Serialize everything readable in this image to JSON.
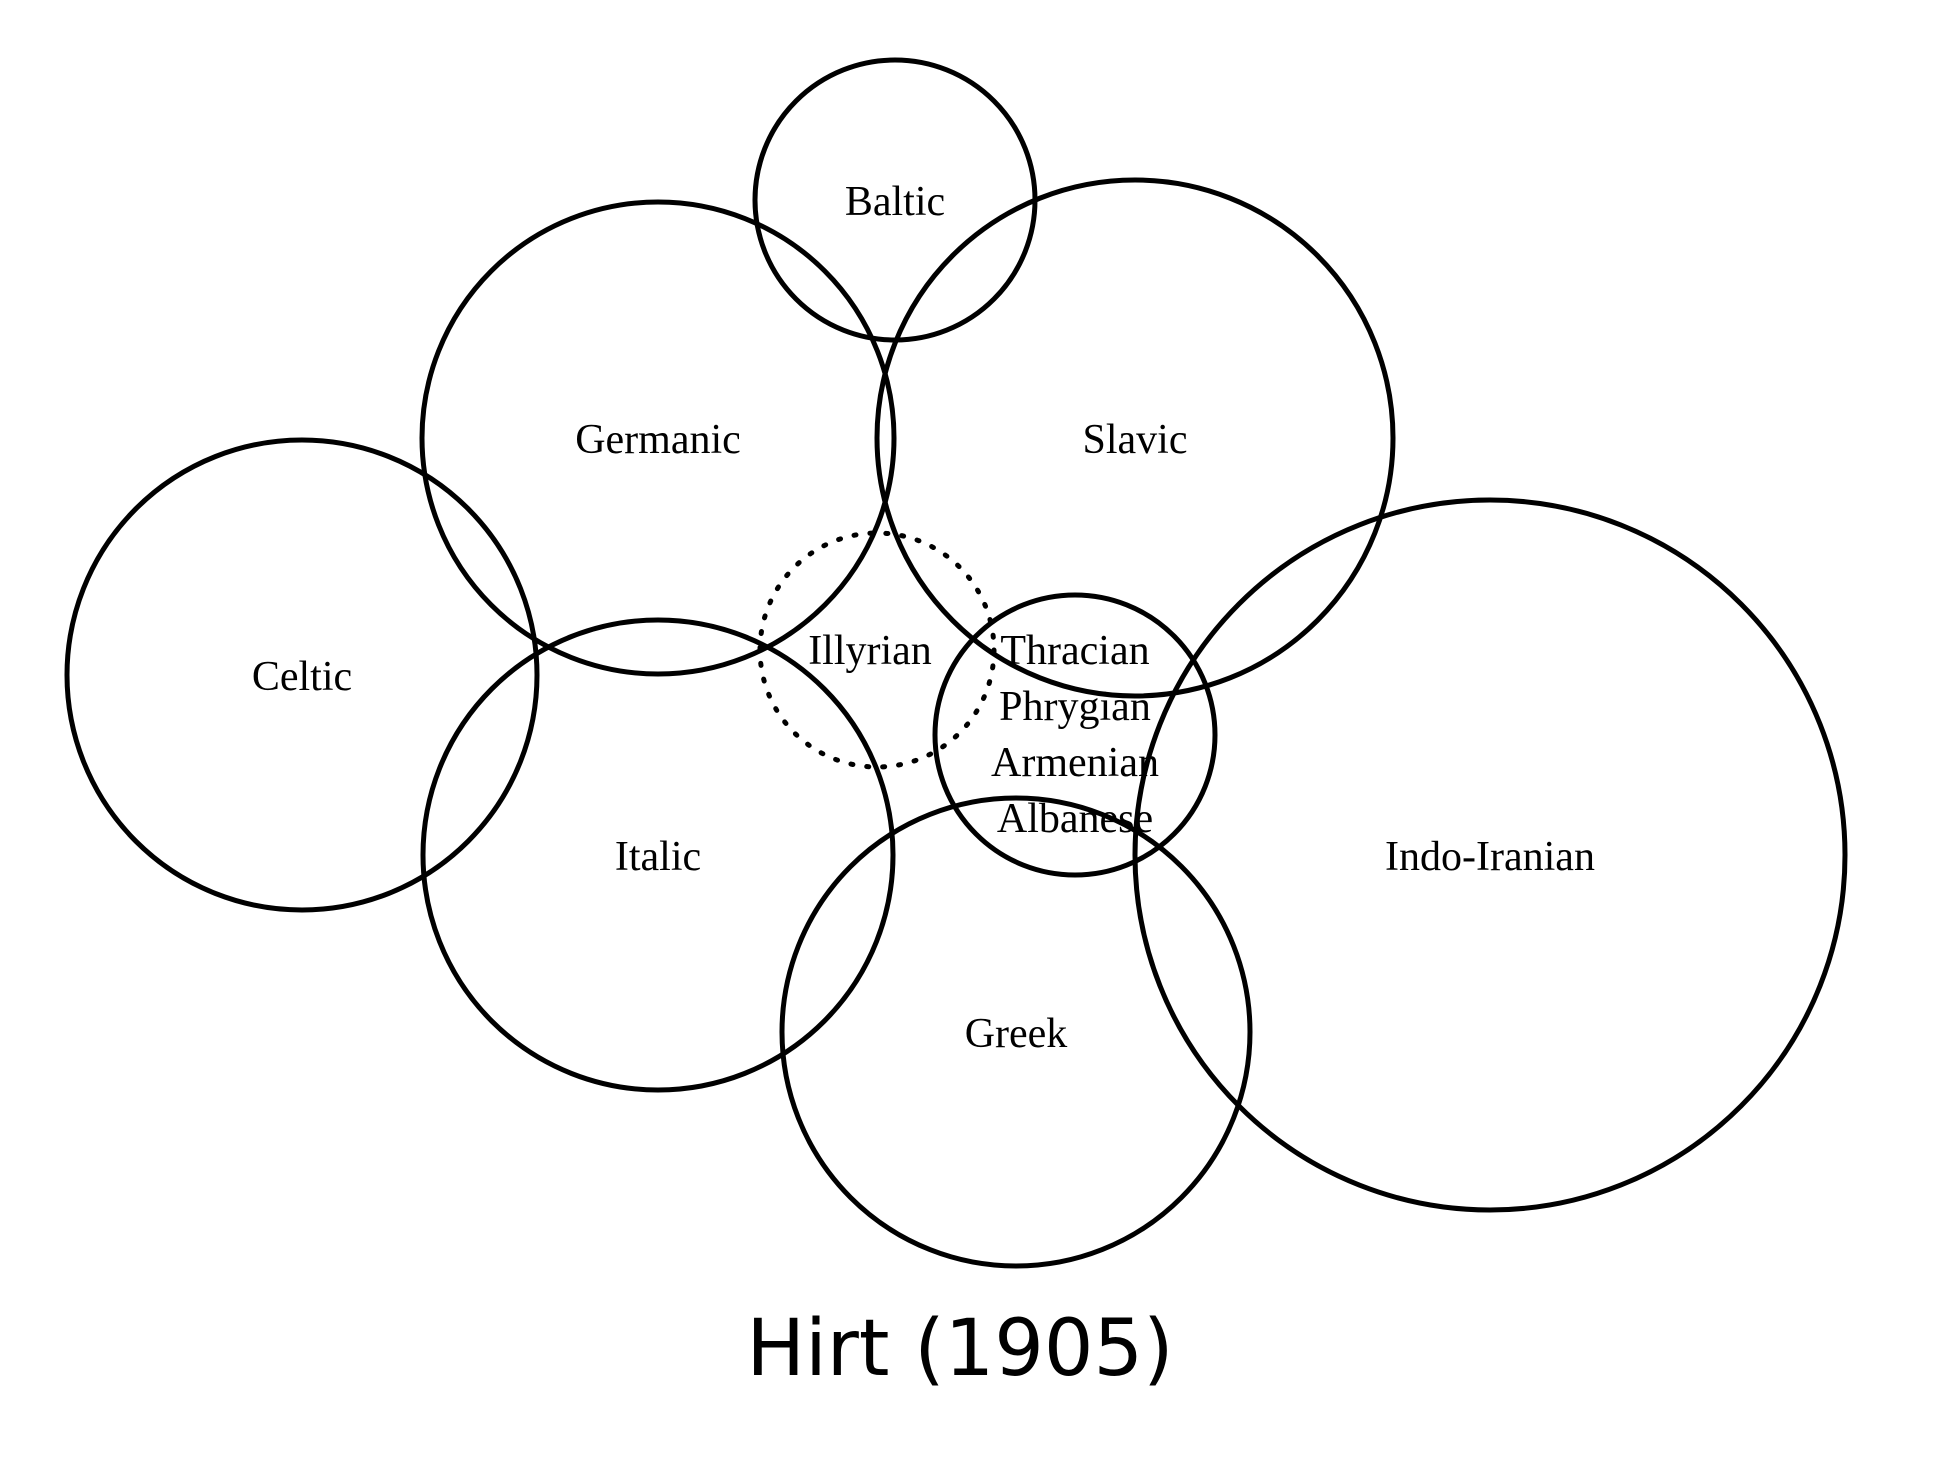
{
  "title": "Hirt (1905)",
  "groups": {
    "baltic": "Baltic",
    "germanic": "Germanic",
    "slavic": "Slavic",
    "celtic": "Celtic",
    "illyrian": "Illyrian",
    "thracian": "Thracian",
    "phrygian": "Phrygian",
    "armenian": "Armenian",
    "albanese": "Albanese",
    "italic": "Italic",
    "indo_iranian": "Indo-Iranian",
    "greek": "Greek"
  }
}
